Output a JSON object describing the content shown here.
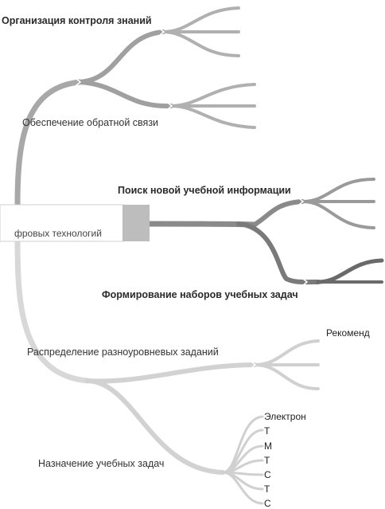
{
  "central_node": {
    "label": "фровых технологий"
  },
  "branches": [
    {
      "id": "b1",
      "label": "Организация контроля знаний",
      "color": "#9a9a9a"
    },
    {
      "id": "b2",
      "label": "Обеспечение обратной связи",
      "color": "#9a9a9a"
    },
    {
      "id": "b3",
      "label": "Поиск новой учебной информации",
      "color": "#808080"
    },
    {
      "id": "b4",
      "label": "Формирование наборов учебных задач",
      "color": "#6e6e6e"
    },
    {
      "id": "b5",
      "label": "Распределение разноуровневых заданий",
      "color": "#cfcfcf"
    },
    {
      "id": "b6",
      "label": "Назначение учебных задач",
      "color": "#cfcfcf"
    }
  ],
  "leaves": {
    "b5": [
      "Рекоменд"
    ],
    "b6": [
      "Электрон",
      "Т",
      "М",
      "Т",
      "С",
      "Т",
      "С"
    ]
  },
  "colors": {
    "background": "#ffffff",
    "central_fill": "#bdbdbd"
  }
}
